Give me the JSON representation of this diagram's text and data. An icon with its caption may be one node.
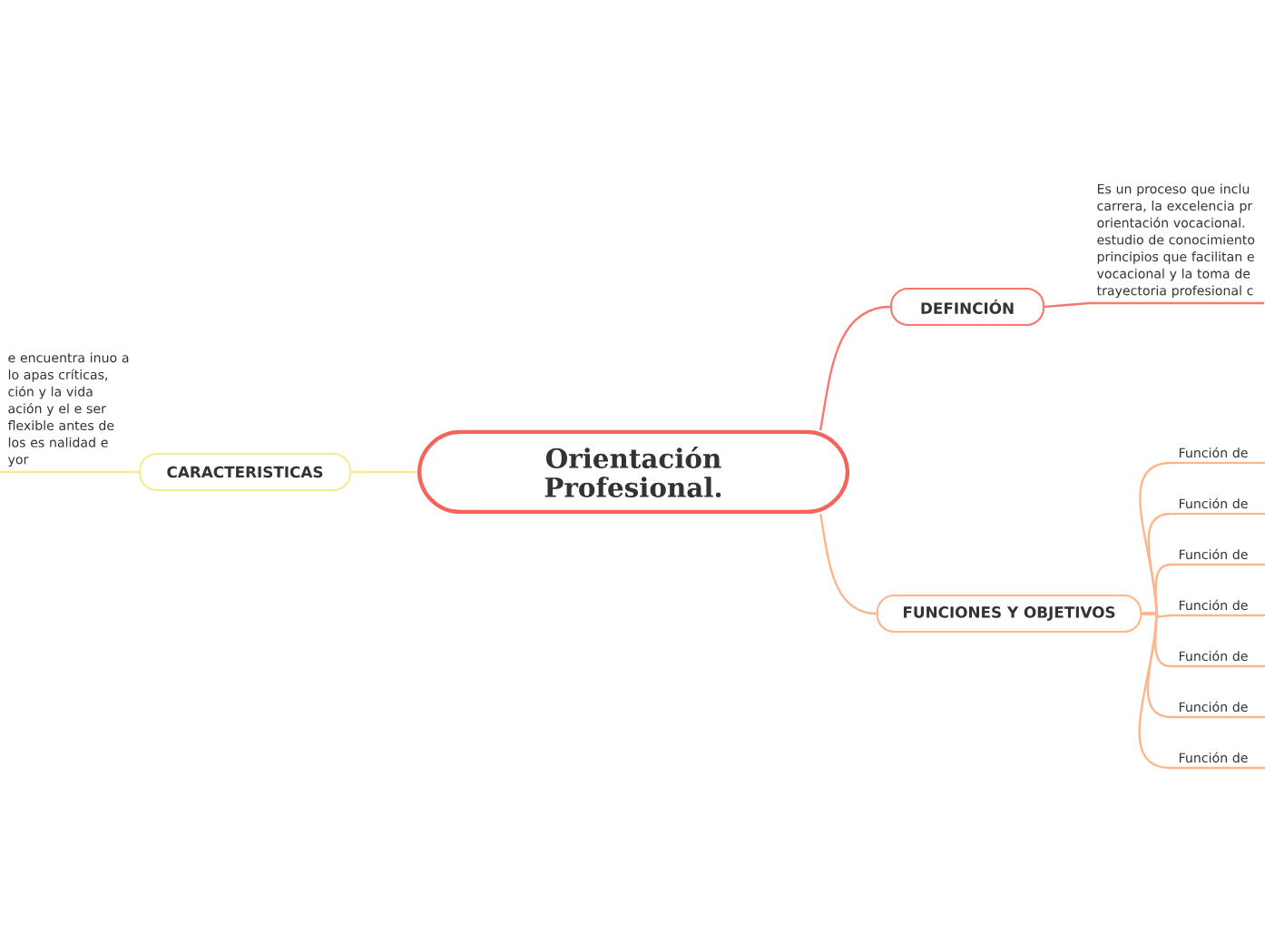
{
  "diagram": {
    "nodes": [
      {
        "text": [
          "Orientación Profesional."
        ]
      },
      {
        "text": [
          "DEFINCIÓN"
        ]
      },
      {
        "text": [
          "Es un proceso que inclu carrera, la excelencia pr orientación vocacional. estudio de conocimiento principios que facilitan e vocacional y la toma de trayectoria profesional c"
        ]
      },
      {
        "text": [
          "FUNCIONES Y OBJETIVOS"
        ]
      },
      {
        "text": [
          "Función de"
        ]
      },
      {
        "text": [
          "Función de"
        ]
      },
      {
        "text": [
          "Función de"
        ]
      },
      {
        "text": [
          "Función de"
        ]
      },
      {
        "text": [
          "Función de"
        ]
      },
      {
        "text": [
          "Función de"
        ]
      },
      {
        "text": [
          "Función de"
        ]
      },
      {
        "text": [
          "CARACTERISTICAS"
        ]
      },
      {
        "text": [
          "e encuentra inuo a lo apas críticas, ción y la vida ación y el e ser flexible antes de los es nalidad e yor"
        ]
      }
    ],
    "edges": [
      {
        "from": 0,
        "to": 1,
        "arrow": "none",
        "color": "#f9786e"
      },
      {
        "from": 1,
        "to": 2,
        "arrow": "none",
        "color": "#f9786e"
      },
      {
        "from": 0,
        "to": 3,
        "arrow": "none"
      },
      {
        "from": 3,
        "to": 4,
        "arrow": "none"
      },
      {
        "from": 3,
        "to": 5,
        "arrow": "none"
      },
      {
        "from": 3,
        "to": 6,
        "arrow": "none"
      },
      {
        "from": 3,
        "to": 7,
        "arrow": "none"
      },
      {
        "from": 3,
        "to": 8,
        "arrow": "none"
      },
      {
        "from": 3,
        "to": 9,
        "arrow": "none"
      },
      {
        "from": 3,
        "to": 10,
        "arrow": "none"
      },
      {
        "from": 0,
        "to": 11,
        "arrow": "none",
        "color": "#f5ec96"
      },
      {
        "from": 11,
        "to": 12,
        "arrow": "none",
        "color": "#f5ec96"
      }
    ]
  }
}
